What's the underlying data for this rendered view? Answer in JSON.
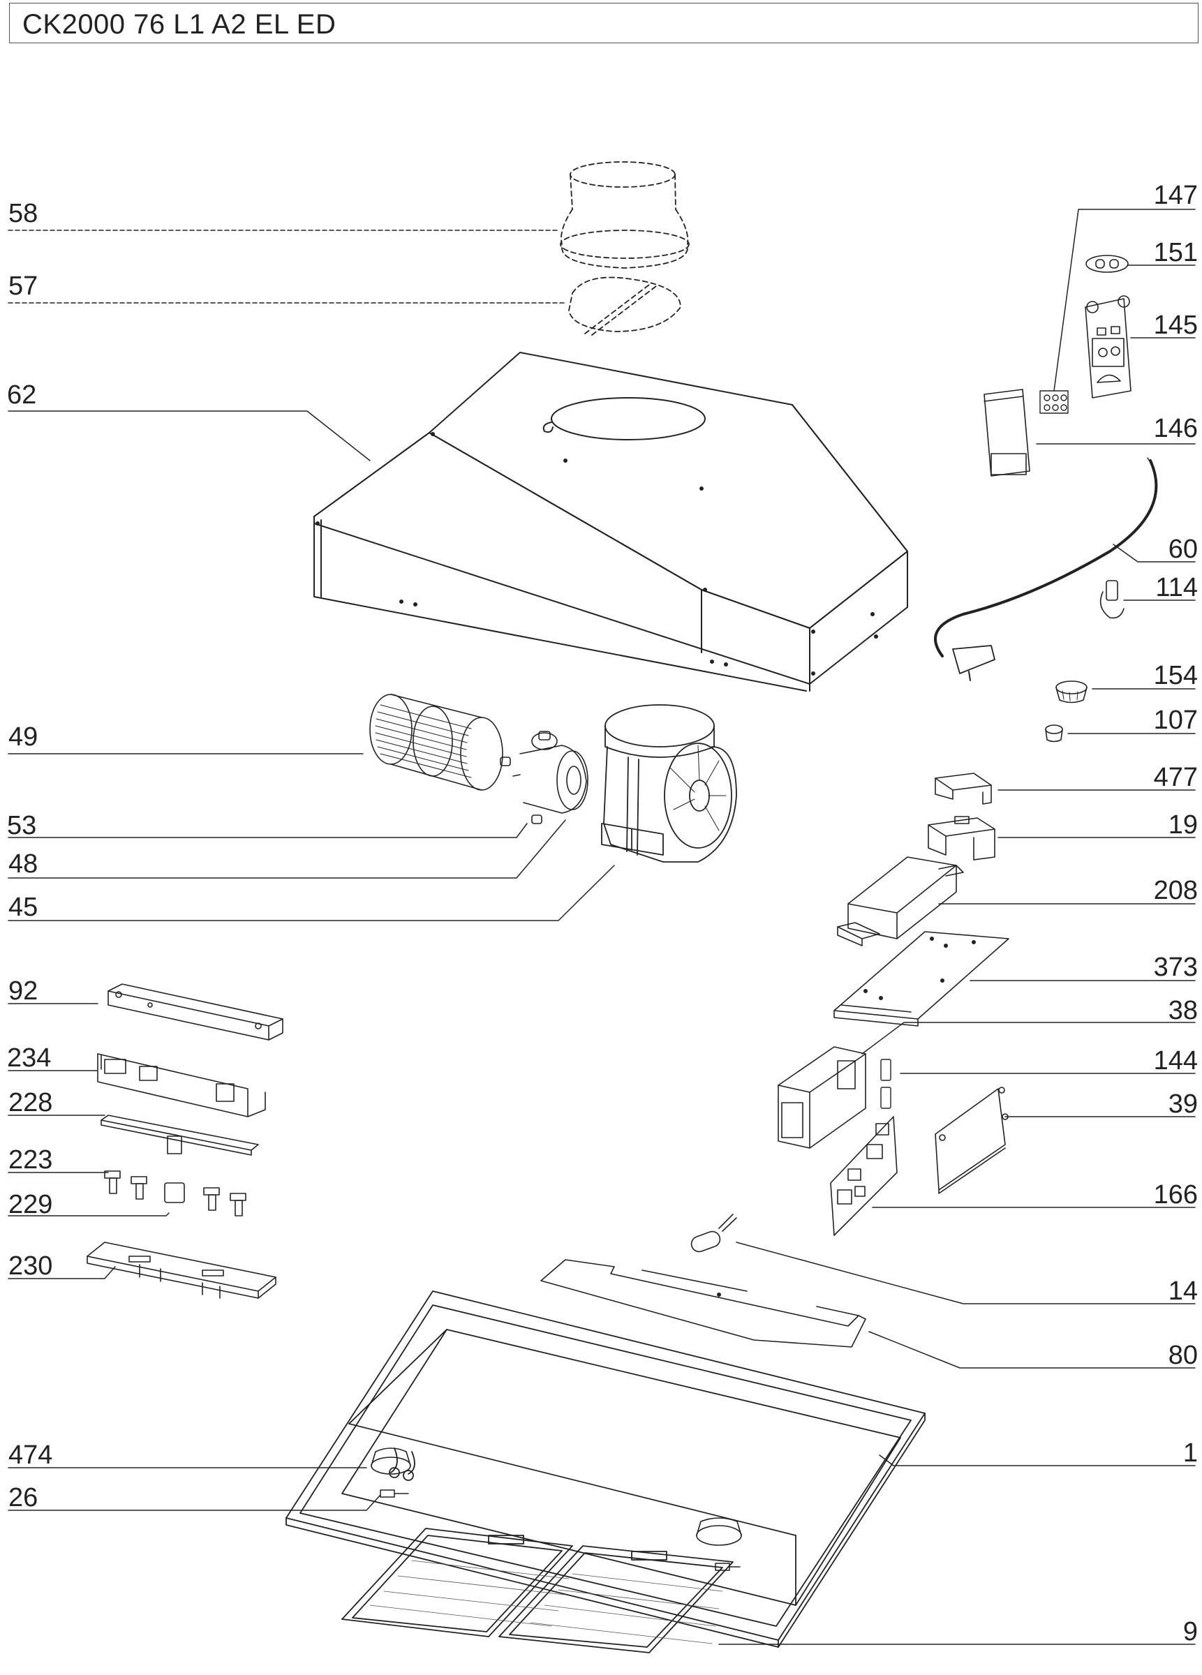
{
  "title": "CK2000 76 L1 A2 EL ED",
  "callouts": {
    "c58": "58",
    "c57": "57",
    "c62": "62",
    "c49": "49",
    "c53": "53",
    "c48": "48",
    "c45": "45",
    "c92": "92",
    "c234": "234",
    "c228": "228",
    "c223": "223",
    "c229": "229",
    "c230": "230",
    "c474": "474",
    "c26": "26",
    "c147": "147",
    "c151": "151",
    "c145": "145",
    "c146": "146",
    "c60": "60",
    "c114": "114",
    "c154": "154",
    "c107": "107",
    "c477": "477",
    "c19": "19",
    "c208": "208",
    "c373": "373",
    "c38": "38",
    "c144": "144",
    "c39": "39",
    "c166": "166",
    "c14": "14",
    "c80": "80",
    "c1": "1",
    "c9": "9"
  },
  "colors": {
    "line": "#222222",
    "fill": "#ffffff"
  }
}
